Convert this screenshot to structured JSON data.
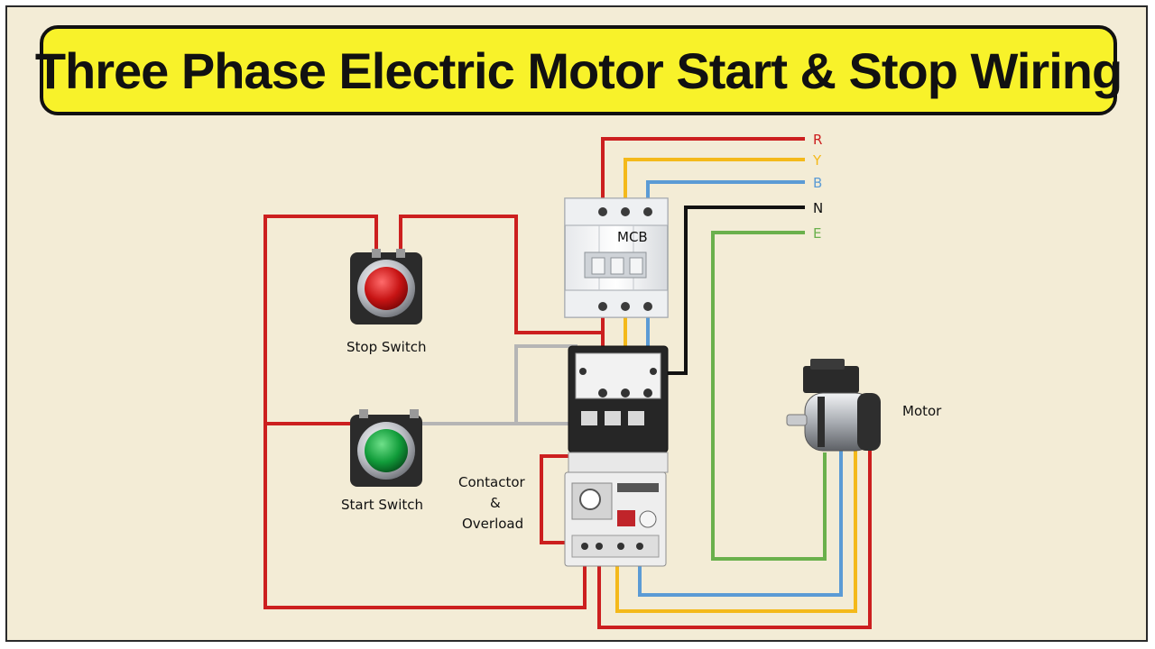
{
  "title": "Three Phase Electric Motor Start & Stop Wiring",
  "supply_lines": [
    {
      "label": "R",
      "color": "#cc1f1f"
    },
    {
      "label": "Y",
      "color": "#f4b91a"
    },
    {
      "label": "B",
      "color": "#5b9bd5"
    },
    {
      "label": "N",
      "color": "#111111"
    },
    {
      "label": "E",
      "color": "#6ab04c"
    }
  ],
  "components": {
    "mcb": "MCB",
    "stop_switch": "Stop Switch",
    "start_switch": "Start Switch",
    "contactor_line1": "Contactor",
    "contactor_line2": "&",
    "contactor_line3": "Overload",
    "motor": "Motor"
  },
  "colors": {
    "background": "#f3ecd6",
    "banner": "#f8f22a",
    "control_wire": "#cc1f1f",
    "aux_wire": "#b5b5b5"
  }
}
